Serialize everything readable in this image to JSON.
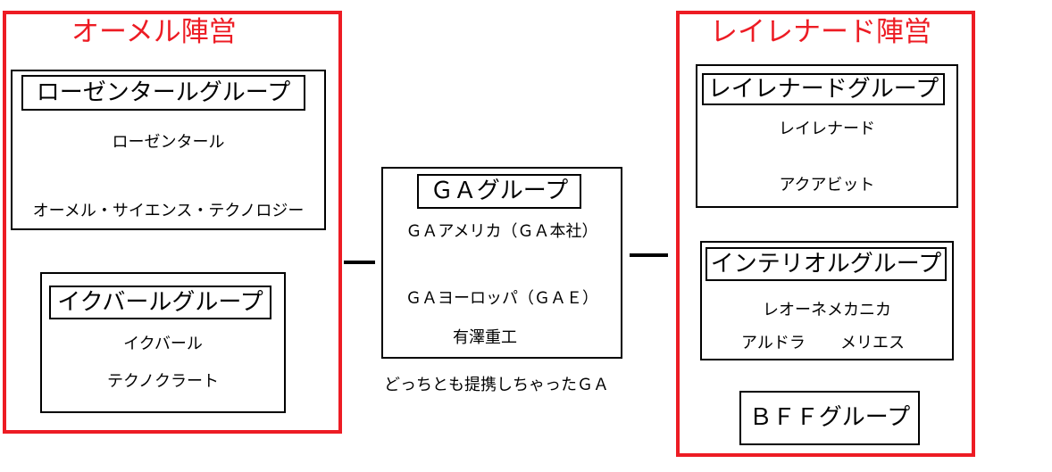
{
  "camps": [
    {
      "title": "オーメル陣営",
      "groups": [
        {
          "title": "ローゼンタールグループ",
          "members": [
            "ローゼンタール",
            "オーメル・サイエンス・テクノロジー"
          ]
        },
        {
          "title": "イクバールグループ",
          "members": [
            "イクバール",
            "テクノクラート"
          ]
        }
      ]
    },
    {
      "title": "レイレナード陣営",
      "groups": [
        {
          "title": "レイレナードグループ",
          "members": [
            "レイレナード",
            "アクアビット"
          ]
        },
        {
          "title": "インテリオルグループ",
          "members": [
            "レオーネメカニカ",
            "アルドラ",
            "メリエス"
          ]
        },
        {
          "title": "ＢＦＦグループ"
        }
      ]
    }
  ],
  "independent": {
    "title": "ＧＡグループ",
    "members": [
      "ＧＡアメリカ（ＧＡ本社）",
      "ＧＡヨーロッパ（ＧＡＥ）",
      "有澤重工"
    ],
    "note": "どっちとも提携しちゃったＧＡ"
  },
  "colors": {
    "camp_accent": "#ED1C24",
    "box_border": "#000000",
    "background": "#FFFFFF"
  }
}
